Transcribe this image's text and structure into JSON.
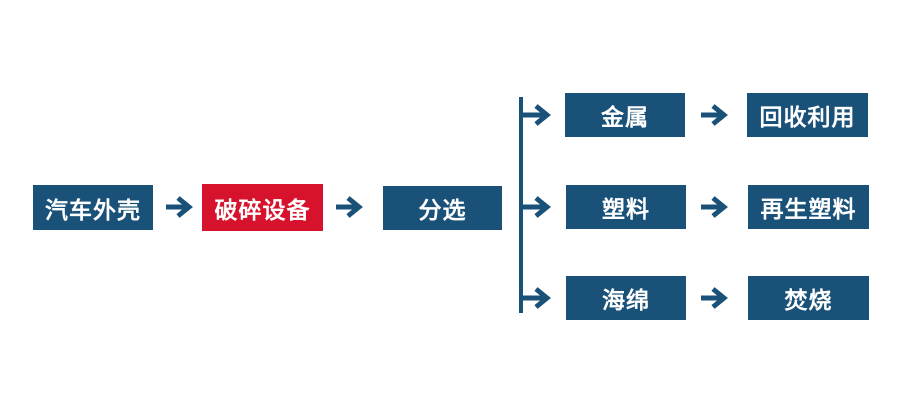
{
  "flowchart": {
    "colors": {
      "background": "#ffffff",
      "node_blue": "#1a5178",
      "node_red": "#d7122d",
      "arrow": "#1a5178",
      "text": "#ffffff"
    },
    "main_flow": {
      "car_shell": "汽车外壳",
      "crusher": "破碎设备",
      "sorting": "分选"
    },
    "branches": {
      "metal": "金属",
      "metal_outcome": "回收利用",
      "plastic": "塑料",
      "plastic_outcome": "再生塑料",
      "sponge": "海绵",
      "sponge_outcome": "焚烧"
    }
  }
}
